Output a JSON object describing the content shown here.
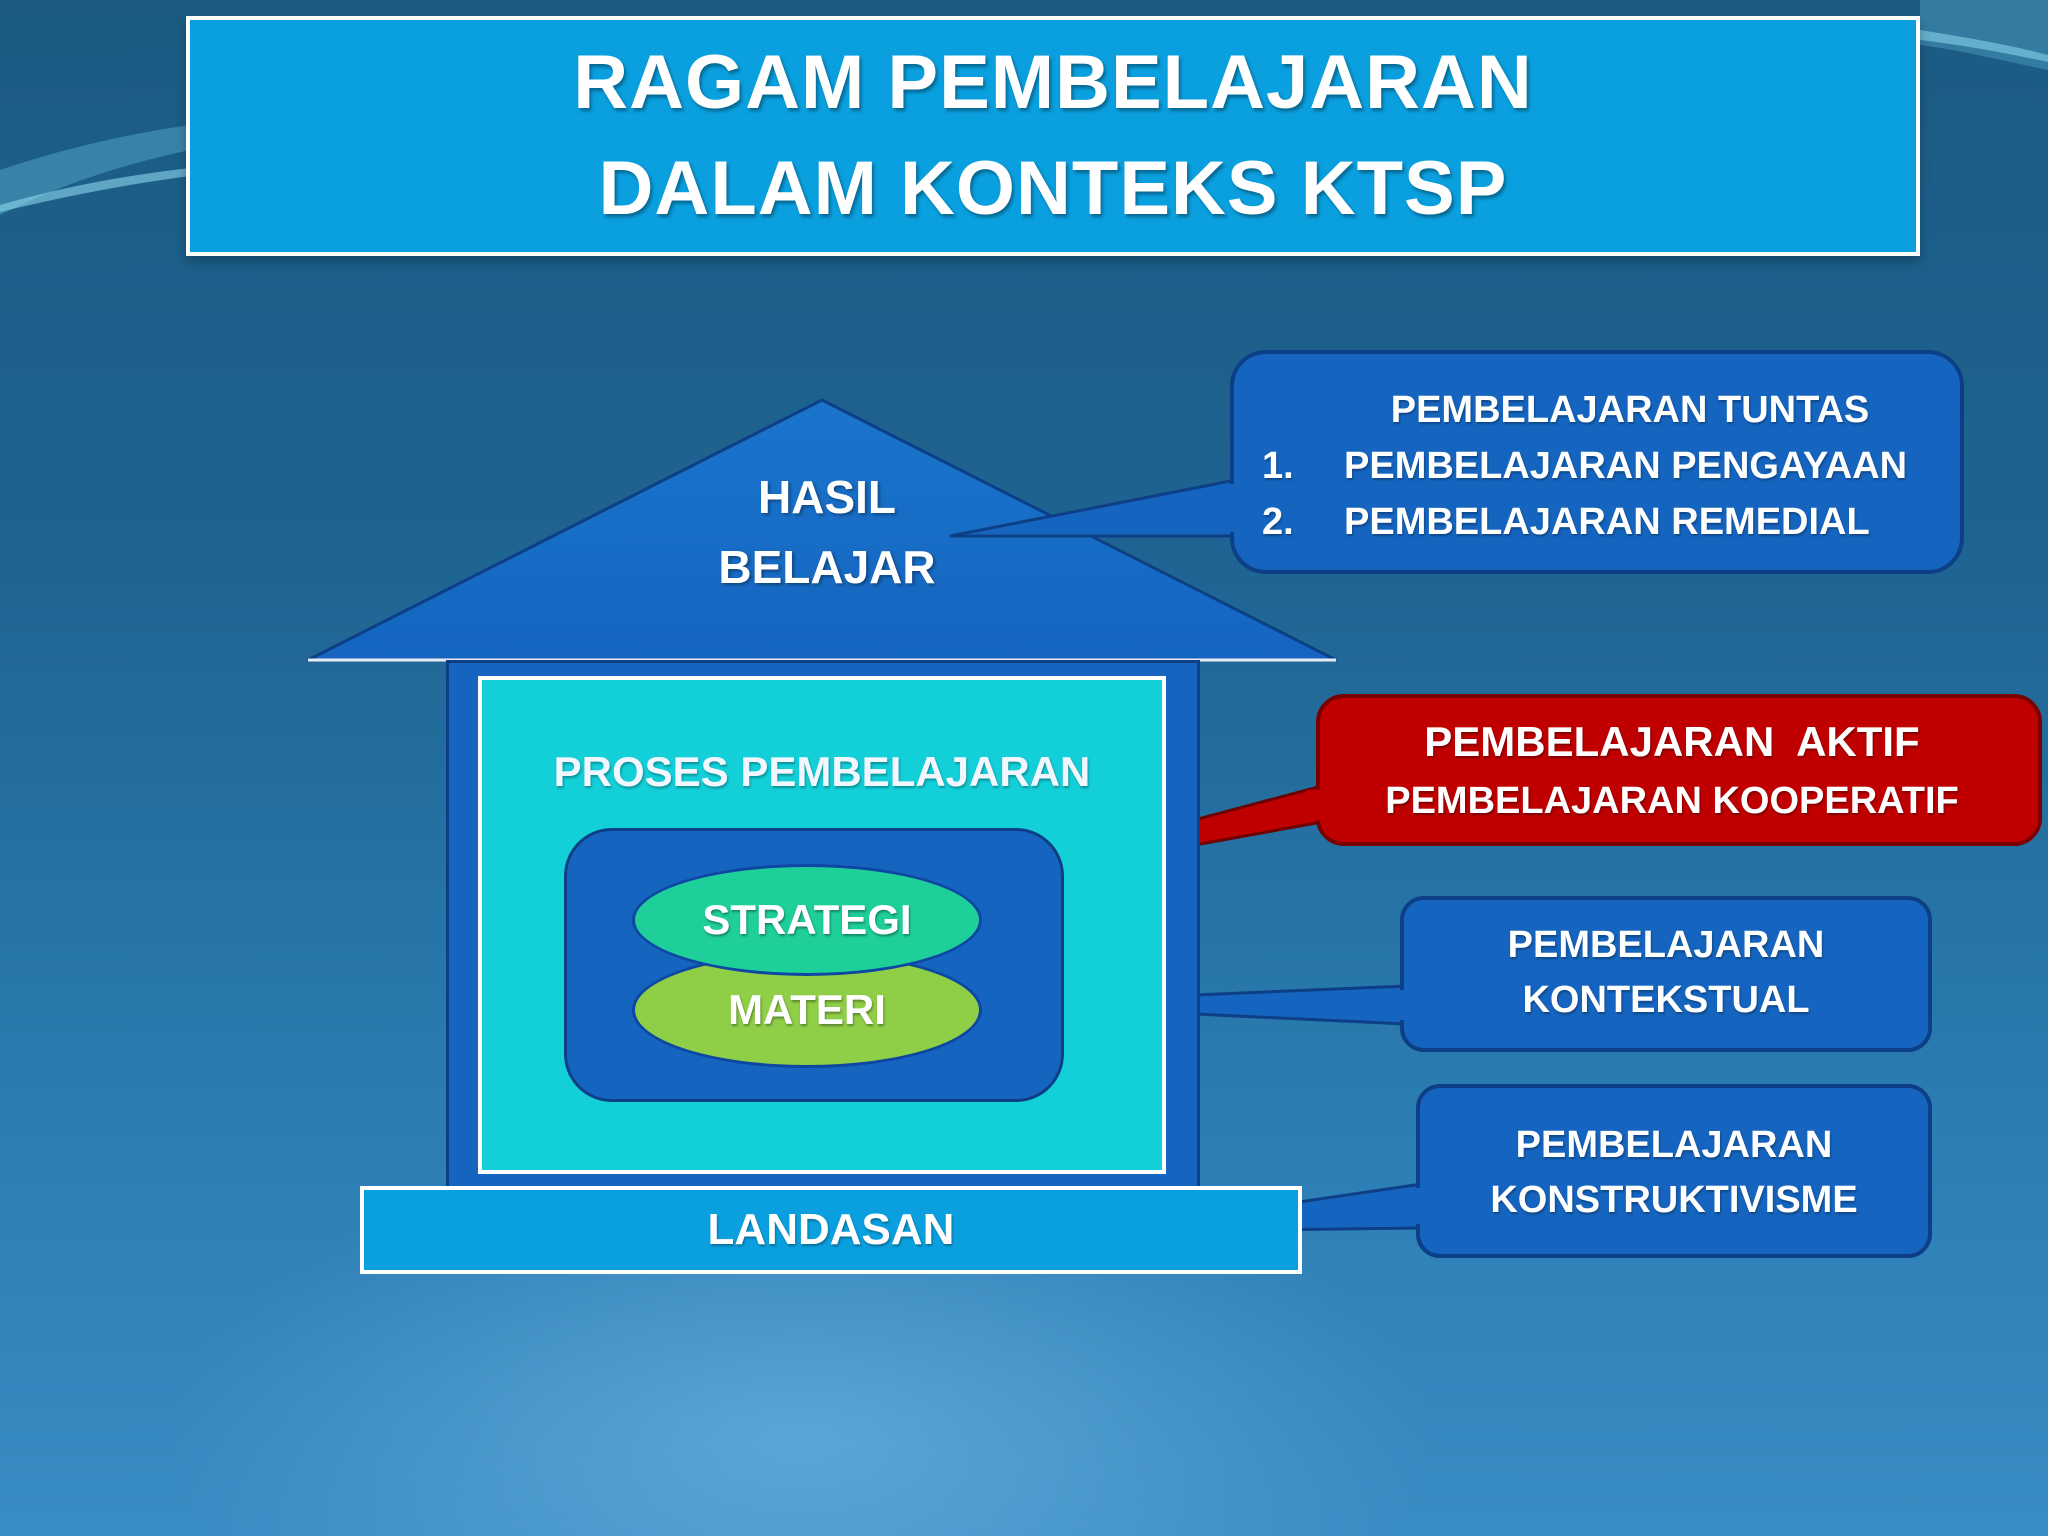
{
  "title": {
    "line1": "RAGAM PEMBELAJARAN",
    "line2": "DALAM KONTEKS KTSP"
  },
  "house": {
    "roof": {
      "line1": "HASIL",
      "line2": "BELAJAR"
    },
    "process_label": "PROSES PEMBELAJARAN",
    "strategi": "STRATEGI",
    "materi": "MATERI",
    "foundation": "LANDASAN"
  },
  "callouts": {
    "tuntas": {
      "heading": "PEMBELAJARAN TUNTAS",
      "items": [
        {
          "num": "1.",
          "text": "PEMBELAJARAN PENGAYAAN"
        },
        {
          "num": "2.",
          "text": "PEMBELAJARAN REMEDIAL"
        }
      ]
    },
    "aktif": {
      "line1": "PEMBELAJARAN  AKTIF",
      "line2": "PEMBELAJARAN KOOPERATIF"
    },
    "kontekstual": {
      "line1": "PEMBELAJARAN",
      "line2": "KONTEKSTUAL"
    },
    "konstruktivisme": {
      "line1": "PEMBELAJARAN",
      "line2": "KONSTRUKTIVISME"
    }
  },
  "colors": {
    "background": "#1e6391",
    "title_fill": "#0a9fde",
    "callout_blue": "#1565c0",
    "callout_red": "#c00000",
    "process_fill": "#12cfd8",
    "strategi_fill": "#1fcf9a",
    "materi_fill": "#8fcf47"
  }
}
